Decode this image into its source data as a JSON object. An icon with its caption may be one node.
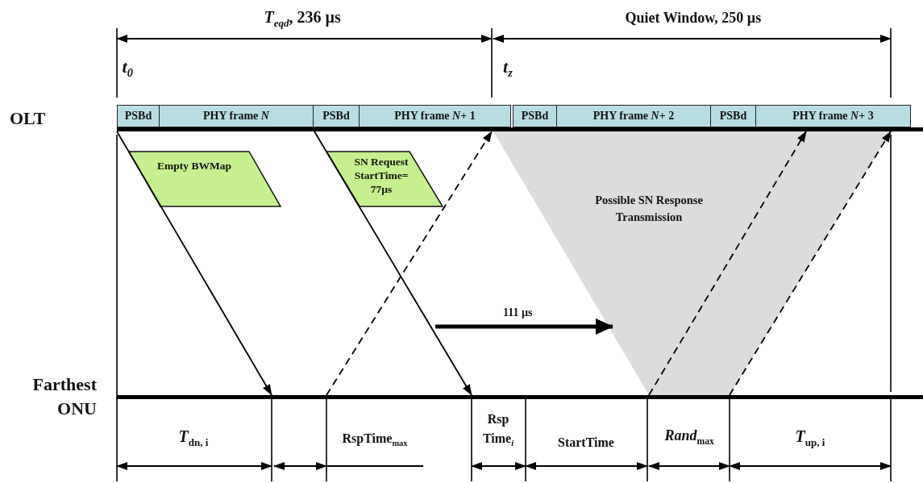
{
  "diagram": {
    "nodes": [
      {
        "text": [
          "OLT"
        ]
      },
      {
        "text": [],
        "shape": "bar"
      },
      {
        "text": [
          "PSBd"
        ]
      },
      {
        "text": [
          "PHY frame *N*"
        ]
      },
      {
        "text": [
          "PSBd"
        ]
      },
      {
        "text": [
          "PHY frame *N*+ 1"
        ]
      },
      {
        "text": [
          "PSBd"
        ]
      },
      {
        "text": [
          "PHY frame *N*+ 2"
        ]
      },
      {
        "text": [
          "PSBd"
        ]
      },
      {
        "text": [
          "PHY frame *N*+ 3"
        ]
      },
      {
        "text": [
          "Empty BWMap"
        ]
      },
      {
        "text": [
          "SN Request StartTime= 77µs"
        ]
      },
      {
        "text": [
          "Farthest ONU"
        ]
      },
      {
        "text": [],
        "shape": "bar"
      }
    ],
    "edges": [
      {
        "from": 1,
        "to": 13,
        "arrow": "to"
      },
      {
        "from": 1,
        "to": 13,
        "arrow": "to"
      },
      {
        "from": 13,
        "to": 1,
        "arrow": "to",
        "style": "dashed"
      },
      {
        "from": 13,
        "to": 1,
        "arrow": "to",
        "style": "dashed"
      },
      {
        "from": 13,
        "to": 1,
        "arrow": "to",
        "style": "dashed"
      }
    ],
    "labels": [
      "*T*$_{eqd}$, 236 µs",
      "Possible SN Response Transmission",
      "Quiet Window, 250 µs",
      "t$_{0}$",
      "t$_{z}$",
      "111 µs",
      "*T*$_{dn, i}$",
      "RspTime$_{max}$",
      "Rsp Time$_{i}$",
      "StartTime",
      "*Rand*$_{max}$",
      "*T*$_{up, i}$"
    ]
  }
}
